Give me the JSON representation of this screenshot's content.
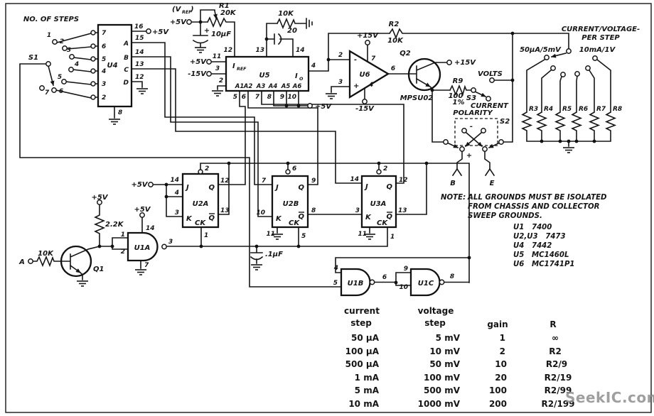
{
  "watermark": "SeekIC.com",
  "power": {
    "p5v": "+5V",
    "p15v": "+15V",
    "m15v": "-15V",
    "vref_pre": "(V",
    "vref_sub": "REF",
    "vref_post": ")"
  },
  "s1": {
    "title": "NO. OF STEPS",
    "ref": "S1",
    "positions": [
      "1",
      "2",
      "3",
      "4",
      "5",
      "6",
      "7"
    ]
  },
  "u4": {
    "ref": "U4",
    "left_pins": [
      "7",
      "6",
      "5",
      "4",
      "3",
      "2"
    ],
    "p16": "16",
    "p15": "15",
    "p14": "14",
    "p13": "13",
    "p12": "12",
    "p8": "8",
    "out_a": "A",
    "out_b": "B",
    "out_c": "C",
    "out_d": "D"
  },
  "r1": {
    "ref": "R1",
    "value": "20K"
  },
  "c10uf": {
    "value": "10μF",
    "plus": "+"
  },
  "r10k_comp": {
    "value": "10K"
  },
  "c20": {
    "value": "20"
  },
  "u5": {
    "ref": "U5",
    "i": "I",
    "i_sub": "REF",
    "io_i": "I",
    "io_sub": "O",
    "p12": "12",
    "p13": "13",
    "p14": "14",
    "p11": "11",
    "p3": "3",
    "p2": "2",
    "p4": "4",
    "inputs": [
      "A1",
      "A2",
      "A3",
      "A4",
      "A5",
      "A6"
    ],
    "input_pins": [
      "5",
      "6",
      "7",
      "8",
      "9",
      "10"
    ]
  },
  "u6": {
    "ref": "U6",
    "p2": "2",
    "p3": "3",
    "p7": "7",
    "p4": "4",
    "p6": "6",
    "minus": "-",
    "plus": "+"
  },
  "r2": {
    "ref": "R2",
    "value": "10K"
  },
  "q2": {
    "ref": "Q2",
    "part": "MPSU02"
  },
  "r9": {
    "ref": "R9",
    "value": "100",
    "tol": "1%"
  },
  "s3": {
    "ref": "S3",
    "volts": "VOLTS",
    "current": "CURRENT"
  },
  "polarity": {
    "title": "POLARITY",
    "ref": "S2",
    "plus": "+",
    "minus": "-",
    "b": "B",
    "e": "E"
  },
  "range": {
    "title_line1": "CURRENT/VOLTAGE-",
    "title_line2": "PER STEP",
    "low": "50μA/5mV",
    "high": "10mA/1V",
    "resistors": [
      "R3",
      "R4",
      "R5",
      "R6",
      "R7",
      "R8"
    ]
  },
  "ff": {
    "j": "J",
    "k": "K",
    "ck": "CK",
    "q": "Q",
    "qbar": "Q",
    "u2a": {
      "ref": "U2A",
      "p14": "14",
      "p4": "4",
      "p3": "3",
      "p2": "2",
      "p1": "1",
      "p12": "12",
      "p13": "13"
    },
    "u2b": {
      "ref": "U2B",
      "p7": "7",
      "p10": "10",
      "p6": "6",
      "p5": "5",
      "p9": "9",
      "p8": "8",
      "p11": "11"
    },
    "u3a": {
      "ref": "U3A",
      "p14": "14",
      "p3": "3",
      "p2": "2",
      "p1": "1",
      "p12": "12",
      "p13": "13",
      "p11": "11"
    }
  },
  "q1": {
    "ref": "Q1",
    "r_base": "10K",
    "r_collector": "2.2K",
    "input": "A"
  },
  "u1a": {
    "ref": "U1A",
    "p1": "1",
    "p2": "2",
    "p3": "3",
    "p14": "14",
    "p7": "7"
  },
  "c01uf": {
    "value": ".1μF"
  },
  "u1b": {
    "ref": "U1B",
    "p4": "4",
    "p5": "5",
    "p6": "6"
  },
  "u1c": {
    "ref": "U1C",
    "p9": "9",
    "p10": "10",
    "p8": "8"
  },
  "note": {
    "prefix": "NOTE:",
    "line1": "ALL GROUNDS MUST BE ISOLATED",
    "line2": "FROM CHASSIS AND COLLECTOR",
    "line3": "SWEEP GROUNDS."
  },
  "parts": [
    "U1   7400",
    "U2,U3   7473",
    "U4   7442",
    "U5   MC1460L",
    "U6   MC1741P1"
  ],
  "table": {
    "header": {
      "col1a": "current",
      "col1b": "step",
      "col2a": "voltage",
      "col2b": "step",
      "col3": "gain",
      "col4": "R"
    },
    "rows": [
      [
        "50 μA",
        "5 mV",
        "1",
        "∞"
      ],
      [
        "100 μA",
        "10 mV",
        "2",
        "R2"
      ],
      [
        "500 μA",
        "50 mV",
        "10",
        "R2/9"
      ],
      [
        "1 mA",
        "100 mV",
        "20",
        "R2/19"
      ],
      [
        "5 mA",
        "500 mV",
        "100",
        "R2/99"
      ],
      [
        "10 mA",
        "1000 mV",
        "200",
        "R2/199"
      ]
    ]
  }
}
